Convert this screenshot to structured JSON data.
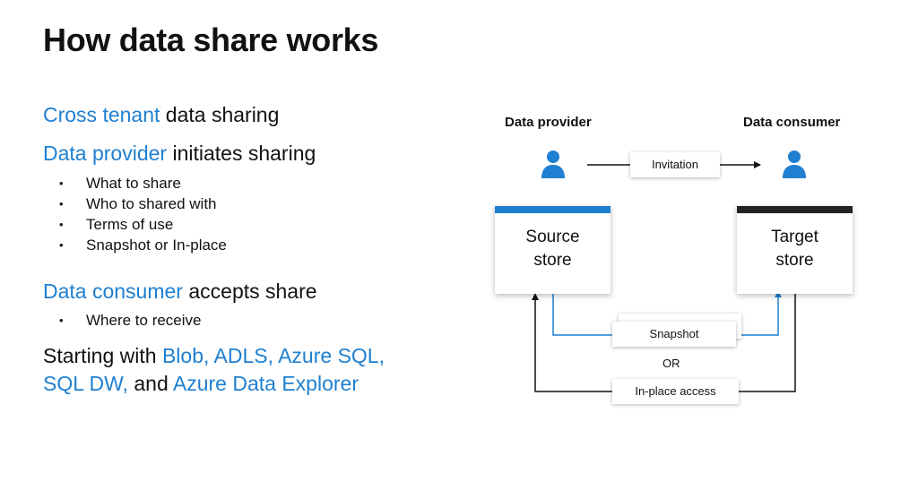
{
  "title": "How data share works",
  "left": {
    "cross_tenant": {
      "accent": "Cross tenant",
      "rest": " data sharing"
    },
    "provider": {
      "accent": "Data provider",
      "rest": " initiates sharing"
    },
    "provider_bullets": [
      "What to share",
      "Who to shared with",
      "Terms of use",
      "Snapshot or In-place"
    ],
    "consumer": {
      "accent": "Data consumer",
      "rest": " accepts share"
    },
    "consumer_bullets": [
      "Where to receive"
    ],
    "starting": {
      "prefix": "Starting with ",
      "accent1": "Blob, ADLS, Azure SQL,",
      "accent2": "SQL DW,",
      "mid": " and ",
      "accent3": "Azure Data Explorer"
    }
  },
  "diagram": {
    "provider_label": "Data provider",
    "consumer_label": "Data consumer",
    "invitation": "Invitation",
    "source_store": [
      "Source",
      "store"
    ],
    "target_store": [
      "Target",
      "store"
    ],
    "snapshot": "Snapshot",
    "or": "OR",
    "inplace": "In-place access",
    "colors": {
      "accent": "#1f7fd0",
      "source_bar": "#1f7fd0",
      "target_bar": "#222222",
      "lines_dark": "#111111"
    }
  }
}
